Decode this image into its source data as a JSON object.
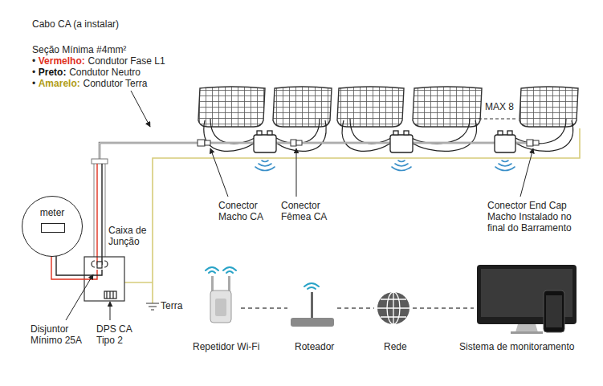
{
  "diagram": {
    "nodes": [
      {
        "text": [
          "meter"
        ]
      }
    ],
    "labels": [
      "Cabo CA (a instalar)",
      "Seção Mínima #4mm²",
      "•",
      "Vermelho:",
      "Condutor Fase L1",
      "•",
      "Preto:",
      "Condutor Neutro",
      "•",
      "Amarelo:",
      "Condutor Terra",
      "MAX 8",
      "Conector Macho CA",
      "Conector Fêmea CA",
      "Conector End Cap Macho Instalado no final do Barramento",
      "Caixa de Junção",
      "Disjuntor Mínimo 25A",
      "DPS CA Tipo 2",
      "Terra",
      "Repetidor Wi-Fi",
      "Roteador",
      "Rede",
      "Sistema de monitoramento"
    ]
  }
}
